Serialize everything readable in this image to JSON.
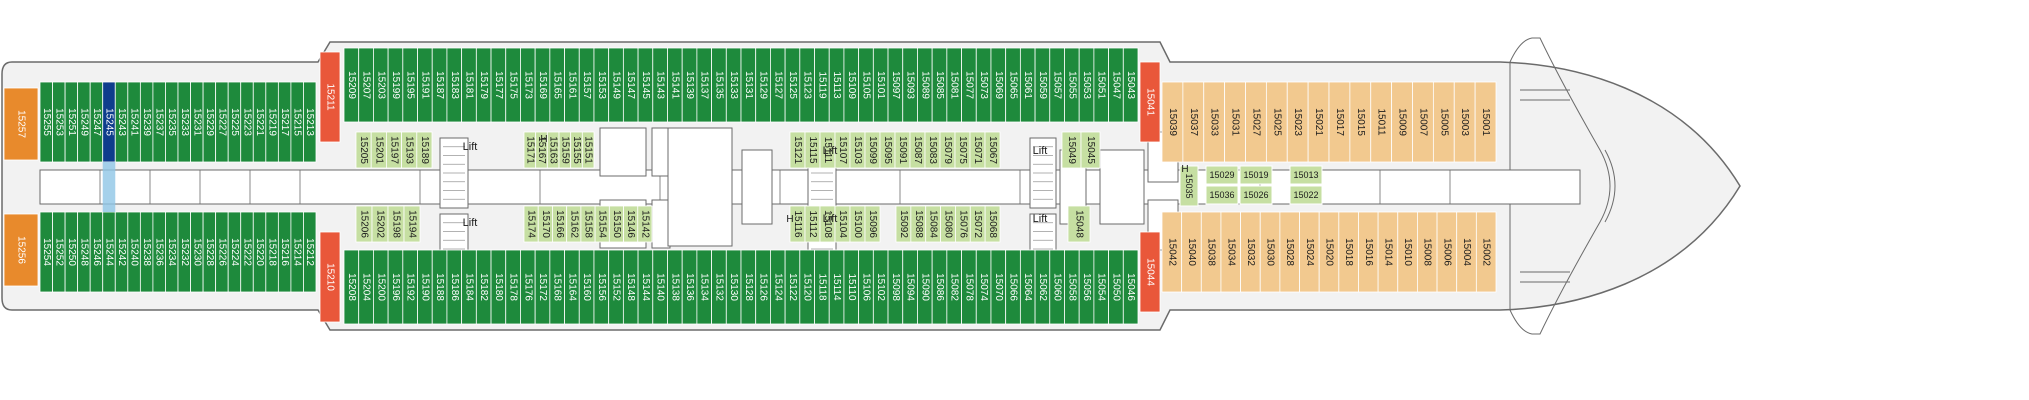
{
  "colors": {
    "balcony": "#1e8a3c",
    "interior": "#c6dfa2",
    "yacht_suite": "#f2c98f",
    "suite_end": "#e88a2c",
    "stair": "#e9573a",
    "selected": "#0e3d8c",
    "selected_band": "#8ec6e6",
    "hull": "#f2f2f2",
    "outline": "#6b6b6b"
  },
  "labels": {
    "lift": "Lift",
    "handicap": "H"
  },
  "lifts": [
    "Lift",
    "Lift",
    "Lift",
    "Lift",
    "Lift",
    "Lift"
  ],
  "selected_cabin": "15245",
  "cabins": {
    "aft_top": [
      "15257"
    ],
    "aft_bottom": [
      "15256"
    ],
    "wing_top_outer": [
      "15255",
      "15253",
      "15251",
      "15249",
      "15247",
      "15245",
      "15243",
      "15241",
      "15239",
      "15237",
      "15235",
      "15233",
      "15231",
      "15229",
      "15227",
      "15225",
      "15223",
      "15221",
      "15219",
      "15217",
      "15215",
      "15213"
    ],
    "wing_bottom_outer": [
      "15254",
      "15252",
      "15250",
      "15248",
      "15246",
      "15244",
      "15242",
      "15240",
      "15238",
      "15236",
      "15234",
      "15232",
      "15230",
      "15228",
      "15226",
      "15224",
      "15222",
      "15220",
      "15218",
      "15216",
      "15214",
      "15212"
    ],
    "main_top_outer": [
      "15211",
      "15209",
      "15207",
      "15203",
      "15199",
      "15195",
      "15191",
      "15187",
      "15183",
      "15181",
      "15179",
      "15177",
      "15175",
      "15173",
      "15169",
      "15165",
      "15161",
      "15157",
      "15153",
      "15149",
      "15147",
      "15145",
      "15143",
      "15141",
      "15139",
      "15137",
      "15135",
      "15133",
      "15131",
      "15129",
      "15127",
      "15125",
      "15123",
      "15119",
      "15113",
      "15109",
      "15105",
      "15101",
      "15097",
      "15093",
      "15089",
      "15085",
      "15081",
      "15077",
      "15073",
      "15069",
      "15065",
      "15061",
      "15059",
      "15057",
      "15055",
      "15053",
      "15051",
      "15047",
      "15043"
    ],
    "main_bottom_outer": [
      "15210",
      "15208",
      "15204",
      "15200",
      "15196",
      "15192",
      "15190",
      "15188",
      "15186",
      "15184",
      "15182",
      "15180",
      "15178",
      "15176",
      "15172",
      "15168",
      "15164",
      "15160",
      "15156",
      "15152",
      "15148",
      "15144",
      "15140",
      "15138",
      "15136",
      "15134",
      "15132",
      "15130",
      "15128",
      "15126",
      "15124",
      "15122",
      "15120",
      "15118",
      "15114",
      "15110",
      "15106",
      "15102",
      "15098",
      "15094",
      "15090",
      "15086",
      "15082",
      "15078",
      "15074",
      "15070",
      "15066",
      "15064",
      "15062",
      "15060",
      "15058",
      "15056",
      "15054",
      "15050",
      "15046"
    ],
    "inner_top_a": [
      "15205",
      "15201",
      "15197",
      "15193",
      "15189"
    ],
    "inner_top_b": [
      "15171",
      "15167",
      "15163",
      "15159",
      "15155",
      "15151"
    ],
    "inner_top_c": [
      "15121",
      "15115",
      "15111",
      "15107",
      "15103",
      "15099",
      "15095",
      "15091",
      "15087",
      "15083",
      "15079",
      "15075",
      "15071",
      "15067"
    ],
    "inner_top_d": [
      "15049",
      "15045"
    ],
    "inner_bottom_a": [
      "15206",
      "15202",
      "15198",
      "15194"
    ],
    "inner_bottom_b": [
      "15174",
      "15170",
      "15166",
      "15162",
      "15158",
      "15154",
      "15150",
      "15146",
      "15142"
    ],
    "inner_bottom_c": [
      "15116",
      "15112",
      "15108",
      "15104",
      "15100",
      "15096"
    ],
    "inner_bottom_d": [
      "15092",
      "15088",
      "15084",
      "15080",
      "15076",
      "15072",
      "15068"
    ],
    "inner_bottom_e": [
      "15048"
    ],
    "stair_top": [
      "15041"
    ],
    "stair_bottom": [
      "15044"
    ],
    "yacht_top_outer": [
      "15039",
      "15037",
      "15033",
      "15031",
      "15027",
      "15025",
      "15023",
      "15021",
      "15017",
      "15015",
      "15011",
      "15009",
      "15007",
      "15005",
      "15003",
      "15001"
    ],
    "yacht_bottom_outer": [
      "15042",
      "15040",
      "15038",
      "15034",
      "15032",
      "15030",
      "15028",
      "15024",
      "15020",
      "15018",
      "15016",
      "15014",
      "15010",
      "15008",
      "15006",
      "15004",
      "15002"
    ],
    "yacht_center": [
      "15035",
      "15029",
      "15036",
      "15019",
      "15026",
      "15013",
      "15022"
    ]
  }
}
